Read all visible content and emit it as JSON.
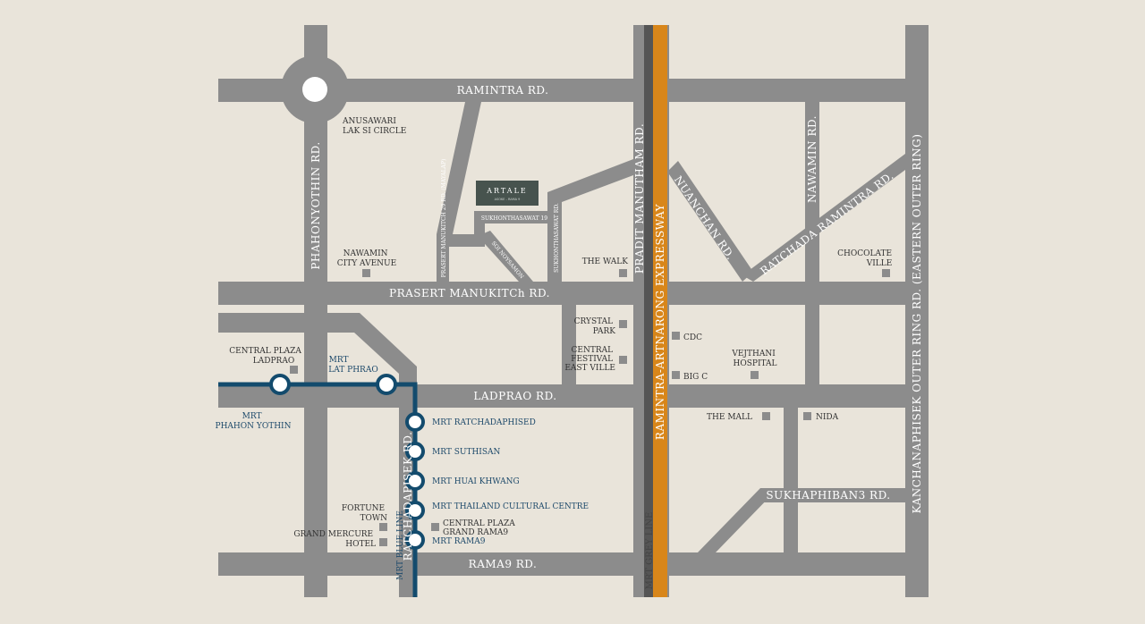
{
  "colors": {
    "background": "#e9e4da",
    "road": "#8c8c8c",
    "mrt_blue_line": "#134b6d",
    "mrt_grey_line": "#555555",
    "expressway": "#d8861a",
    "project_marker": "#47534e"
  },
  "roads": {
    "ramintra": "RAMINTRA RD.",
    "phahonyothin": "PHAHONYOTHIN RD.",
    "prasert_manukitch": "PRASERT MANUKITCh RD.",
    "ladprao": "LADPRAO RD.",
    "rama9": "RAMA9 RD.",
    "ratchadapisek": "RATCHADAPISEK RD.",
    "pradit_manutham": "PRADIT MANUTHAM RD.",
    "nuanchan": "NUANCHAN RD.",
    "ratchada_ramintra": "RATCHADA RAMINTRA RD.",
    "nawamin": "NAWAMIN RD.",
    "sukhaphiban3": "SUKHAPHIBAN3 RD.",
    "kanchanaphisek": "KANCHANAPHISEK OUTER RING RD. (EASTERN OUTER RING)",
    "prasert_manukitch_29": "PRASERT MANUKITCH 29 RD. (MAYALAP)",
    "sukhonthasawat_19": "SUKHONTHASAWAT 19",
    "sukhonthasawat_rd": "SUKHONTHASAWAT RD.",
    "soi_noi": "SOI NOYSAMON",
    "expressway": "RAMINTRA-ARTNARONG EXPRESSWAY"
  },
  "lines": {
    "blue": "MRT BLUE LINE",
    "grey": "MRT GREY LINE"
  },
  "stations": {
    "phahon_yothin": [
      "MRT",
      "PHAHON YOTHIN"
    ],
    "lat_phrao": [
      "MRT",
      "LAT PHRAO"
    ],
    "ratchadaphised": "MRT RATCHADAPHISED",
    "suthisan": "MRT SUTHISAN",
    "huai_khwang": "MRT HUAI KHWANG",
    "thailand_cultural": "MRT THAILAND CULTURAL CENTRE",
    "rama9": "MRT RAMA9"
  },
  "landmarks": {
    "anusawari": [
      "ANUSAWARI",
      "LAK SI CIRCLE"
    ],
    "nawamin_city": [
      "NAWAMIN",
      "CITY AVENUE"
    ],
    "central_ladprao": [
      "CENTRAL PLAZA",
      "LADPRAO"
    ],
    "the_walk": "THE WALK",
    "crystal_park": [
      "CRYSTAL",
      "PARK"
    ],
    "central_festival": [
      "CENTRAL",
      "FESTIVAL",
      "EAST VILLE"
    ],
    "cdc": "CDC",
    "big_c": "BIG C",
    "vejthani": [
      "VEJTHANI",
      "HOSPITAL"
    ],
    "chocolate_ville": [
      "CHOCOLATE",
      "VILLE"
    ],
    "the_mall": "THE MALL",
    "nida": "NIDA",
    "fortune_town": [
      "FORTUNE",
      "TOWN"
    ],
    "grand_mercure": [
      "GRAND MERCURE",
      "HOTEL"
    ],
    "central_rama9": [
      "CENTRAL PLAZA",
      "GRAND RAMA9"
    ]
  },
  "project": {
    "name": "ARTALE",
    "subtitle": "ASOKE - RAMA 9"
  }
}
